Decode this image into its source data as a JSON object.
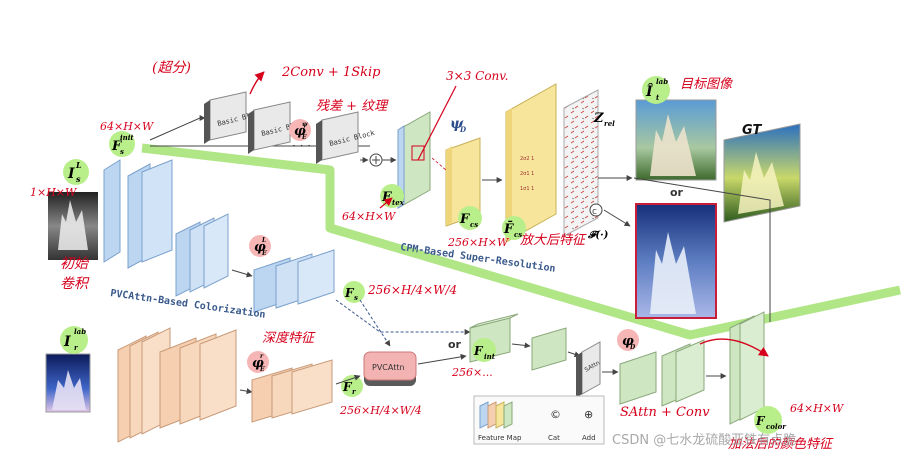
{
  "labels": {
    "fs_init": "F",
    "fs_init_sub": "s",
    "fs_init_sup": "init",
    "is_l": "I",
    "is_l_sub": "s",
    "is_l_sup": "L",
    "ir_lab": "I",
    "ir_lab_sub": "r",
    "ir_lab_sup": "lab",
    "it_lab": "Î",
    "it_lab_sub": "t",
    "it_lab_sup": "lab",
    "gt": "GT",
    "or_top": "or",
    "or_mid": "or",
    "psi_d": "ψ",
    "psi_d_sub": "D",
    "phi_e_psi": "φ",
    "phi_e_psi_sub": "E",
    "phi_e_psi_sup": "ψ",
    "phi_e_l": "φ",
    "phi_e_l_sub": "E",
    "phi_e_l_sup": "L",
    "phi_e_r": "φ",
    "phi_e_r_sub": "E",
    "phi_e_r_sup": "r",
    "phi_d": "φ",
    "phi_d_sub": "D",
    "f_tex": "F",
    "f_tex_sub": "tex",
    "f_cs": "F",
    "f_cs_sub": "cs",
    "f_cs_bar": "F̄",
    "f_cs_bar_sub": "cs",
    "z_rel": "Z",
    "z_rel_sub": "rel",
    "f_fn": "𝓕(·)",
    "f_s": "F",
    "f_s_sub": "s",
    "f_r": "F",
    "f_r_sub": "r",
    "f_int": "F",
    "f_int_sub": "int",
    "f_color": "F",
    "f_color_sub": "color",
    "basic_block": "Basic Block",
    "dots": "·  ·  ·",
    "pvcattn": "PVCAttn",
    "sattn": "SAttn",
    "cpm_title": "CPM-Based Super-Resolution",
    "pvc_title": "PVCAttn-Based Colorization",
    "legend_feature": "Feature Map",
    "legend_cat": "Cat",
    "legend_add": "Add",
    "cat_symbol": "©",
    "add_symbol": "⊕",
    "watermark": "CSDN @七水龙硫酸亚铁有点脆"
  },
  "annotations": {
    "chaofen": "(超分)",
    "conv_skip": "2Conv + 1Skip",
    "conv3": "3×3 Conv.",
    "residual": "残差 + 纹理",
    "target": "目标图像",
    "dim_64hw": "64×H×W",
    "dim_1hw": "1×H×W",
    "dim_64hw_b": "64×H×W",
    "dim_256hw": "256×H×W",
    "enlarge": "放大后特征",
    "init_conv_1": "初始",
    "init_conv_2": "卷积",
    "dim_256_quarter": "256×H/4×W/4",
    "deep_feat": "深度特征",
    "dim_256_quarter_b": "256×H/4×W/4",
    "dim_256": "256×...",
    "sattn_conv": "SAttn + Conv",
    "dim_64hw_c": "64×H×W",
    "color_feat": "加法后的颜色特征"
  },
  "colors": {
    "blue_block": "#bcd6f2",
    "green_block": "#cfe6c3",
    "yellow_block": "#f6e59a",
    "peach_block": "#f6cfb0",
    "green_band": "#a8e37a",
    "handwriting": "#d6001c",
    "title_text": "#3a5a8c"
  }
}
